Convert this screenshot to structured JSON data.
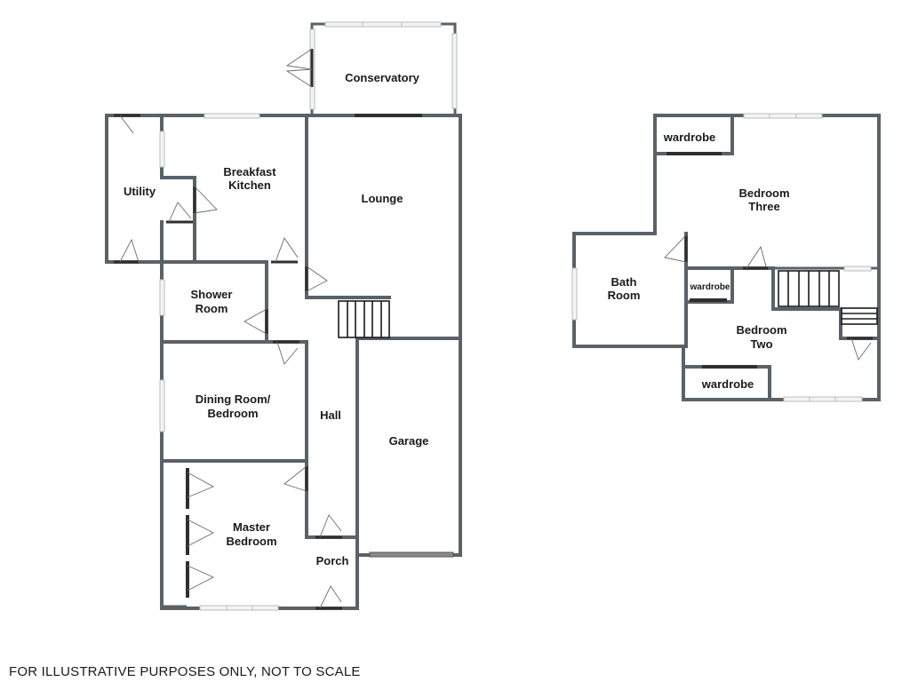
{
  "ground_floor": {
    "rooms": {
      "conservatory": "Conservatory",
      "breakfast_kitchen_1": "Breakfast",
      "breakfast_kitchen_2": "Kitchen",
      "utility": "Utility",
      "lounge": "Lounge",
      "shower_room_1": "Shower",
      "shower_room_2": "Room",
      "dining_room_1": "Dining Room/",
      "dining_room_2": "Bedroom",
      "hall": "Hall",
      "garage": "Garage",
      "master_bedroom_1": "Master",
      "master_bedroom_2": "Bedroom",
      "porch": "Porch"
    }
  },
  "first_floor": {
    "rooms": {
      "wardrobe_top": "wardrobe",
      "bedroom_three_1": "Bedroom",
      "bedroom_three_2": "Three",
      "bath_room_1": "Bath",
      "bath_room_2": "Room",
      "wardrobe_small": "wardrobe",
      "bedroom_two_1": "Bedroom",
      "bedroom_two_2": "Two",
      "wardrobe_bottom": "wardrobe"
    }
  },
  "disclaimer": "FOR ILLUSTRATIVE PURPOSES ONLY, NOT TO SCALE",
  "colors": {
    "wall": "#5a6268",
    "window": "#f4f4f4",
    "door": "#2f2f2f"
  }
}
